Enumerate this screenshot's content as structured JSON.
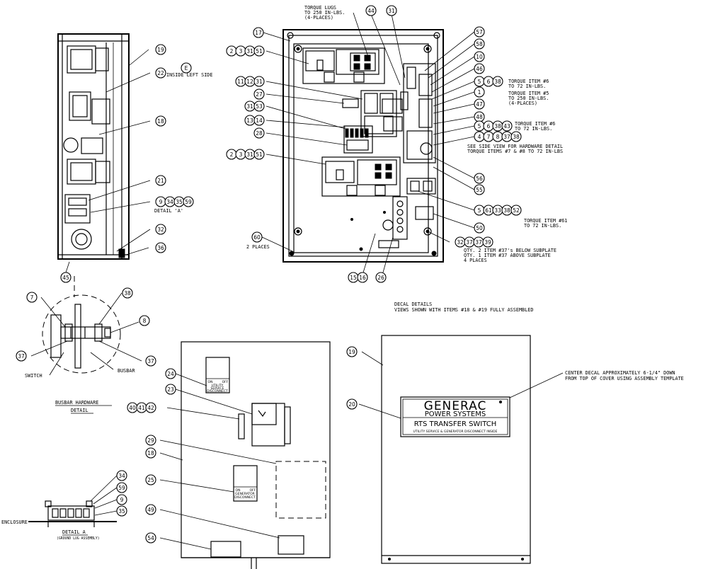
{
  "labels": {
    "inside_left_side": "INSIDE LEFT SIDE",
    "view_e": "E",
    "detail_a_ref": "DETAIL 'A'",
    "torque_lugs_1": "TORQUE LUGS",
    "torque_lugs_2": "TO 250 IN-LBS.",
    "torque_lugs_3": "(4-PLACES)",
    "t6_1": "TORQUE ITEM #6",
    "t6_2": "TO 72 IN-LBS.",
    "t5_1": "TORQUE ITEM #5",
    "t5_2": "TO 250 IN-LBS.",
    "t5_3": "(4-PLACES)",
    "t6b_1": "TORQUE ITEM #6",
    "t6b_2": "TO 72 IN-LBS.",
    "side_1": "SEE SIDE VIEW FOR HARDWARE DETAIL",
    "side_2": "TORQUE ITEMS #7 & #8 TO 72 IN-LBS",
    "t61_1": "TORQUE ITEM #61",
    "t61_2": "TO 72 IN-LBS.",
    "qty_1": "QTY. 2 ITEM #37's BELOW SUBPLATE",
    "qty_2": "QTY. 1 ITEM #37 ABOVE SUBPLATE",
    "qty_3": "4 PLACES",
    "two_places": "2 PLACES",
    "decal_1": "DECAL DETAILS",
    "decal_2": "VIEWS SHOWN WITH ITEMS #18 & #19 FULLY ASSEMBLED",
    "center_1": "CENTER DECAL APPROXIMATELY 6-1/4\" DOWN",
    "center_2": "FROM TOP OF COVER USING ASSEMBLY TEMPLATE",
    "switch": "SWITCH",
    "busbar": "BUSBAR",
    "busbar_detail_1": "BUSBAR HARDWARE",
    "busbar_detail_2": "DETAIL",
    "enclosure": "ENCLOSURE",
    "detail_a": "DETAIL A",
    "detail_a_sub": "(GROUND LUG ASSEMBLY)"
  },
  "decal": {
    "brand": "GENERAC",
    "power_systems": "POWER SYSTEMS",
    "product": "RTS TRANSFER SWITCH",
    "subtitle": "UTILITY SERVICE & GENERATOR DISCONNECT INSIDE"
  },
  "small_decals": {
    "utility_on": "ON",
    "utility_off": "OFF",
    "utility_1": "UTILITY",
    "utility_2": "SERVICE",
    "utility_3": "DISCONNECT",
    "gen_on": "ON",
    "gen_off": "OFF",
    "gen_1": "GENERATOR",
    "gen_2": "DISCONNECT"
  },
  "balloons": {
    "b19a": "19",
    "b22": "22",
    "b18a": "18",
    "b21": "21",
    "b9": "9",
    "b34": "34",
    "b35": "35",
    "b59": "59",
    "b32a": "32",
    "b36": "36",
    "b45": "45",
    "b17": "17",
    "b2a": "2",
    "b3a": "3",
    "b31a": "31",
    "b51a": "51",
    "b11": "11",
    "b12": "12",
    "b31b": "31",
    "b27": "27",
    "b31c": "31",
    "b53": "53",
    "b13": "13",
    "b14": "14",
    "b28": "28",
    "b2b": "2",
    "b3b": "3",
    "b31d": "31",
    "b51b": "51",
    "b60": "60",
    "b15": "15",
    "b16": "16",
    "b26": "26",
    "b44": "44",
    "b31e": "31",
    "b57": "57",
    "b58": "58",
    "b10": "10",
    "b46": "46",
    "b5a": "5",
    "b6a": "6",
    "b38a": "38",
    "b1": "1",
    "b47": "47",
    "b48": "48",
    "b5b": "5",
    "b6b": "6",
    "b38b": "38",
    "b43": "43",
    "b4": "4",
    "b7a": "7",
    "b8a": "8",
    "b37a": "37",
    "b38c": "38",
    "b56": "56",
    "b55": "55",
    "b5c": "5",
    "b61": "61",
    "b33": "33",
    "b38d": "38",
    "b52": "52",
    "b50": "50",
    "b32b": "32",
    "b37b": "37",
    "b37c": "37",
    "b39": "39",
    "b7b": "7",
    "b38e": "38",
    "b8b": "8",
    "b37d": "37",
    "b37e": "37",
    "b24": "24",
    "b23": "23",
    "b40": "40",
    "b41": "41",
    "b42": "42",
    "b29": "29",
    "b18b": "18",
    "b25": "25",
    "b49": "49",
    "b54": "54",
    "b19b": "19",
    "b20": "20",
    "b34d": "34",
    "b59d": "59",
    "b9d": "9",
    "b35d": "35"
  }
}
